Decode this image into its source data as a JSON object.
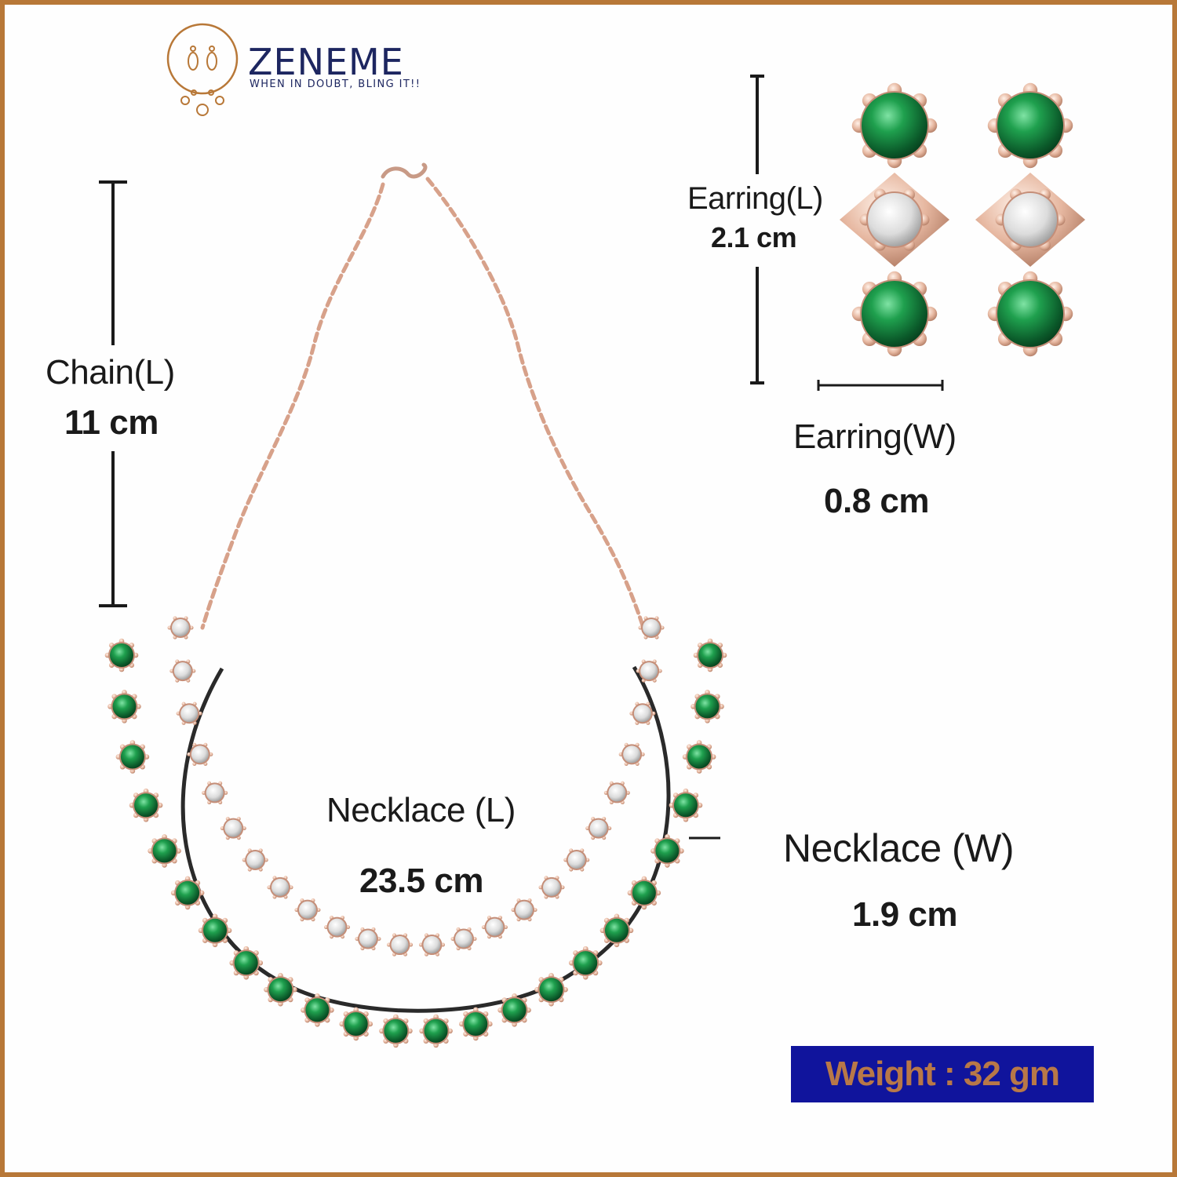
{
  "brand": {
    "name": "ZENEME",
    "tagline": "WHEN IN DOUBT, BLING IT!!",
    "logo_icon": "earrings-drop-icon",
    "color": "#1d2660",
    "accent": "#b87838"
  },
  "measurements": {
    "chain": {
      "label": "Chain(L)",
      "value": "11 cm"
    },
    "earring_length": {
      "label": "Earring(L)",
      "value": "2.1 cm"
    },
    "earring_width": {
      "label": "Earring(W)",
      "value": "0.8 cm"
    },
    "necklace_length": {
      "label": "Necklace (L)",
      "value": "23.5 cm"
    },
    "necklace_width": {
      "label": "Necklace (W)",
      "value": "1.9 cm"
    }
  },
  "weight": {
    "text": "Weight : 32 gm",
    "bg_color": "#10149c",
    "text_color": "#b87848"
  },
  "colors": {
    "border": "#b87838",
    "emerald": "#0f7a3a",
    "rose_gold": "#d9a58c"
  }
}
